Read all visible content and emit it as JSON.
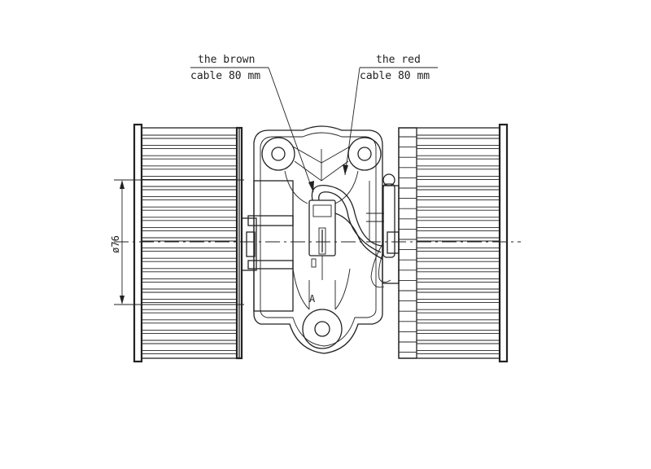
{
  "callouts": {
    "brown": {
      "line1": "the brown",
      "line2": "cable 80 mm"
    },
    "red": {
      "line1": "the red",
      "line2": "cable 80 mm"
    }
  },
  "dimension": {
    "diameter_label": "ø76"
  },
  "section_marker": "A"
}
